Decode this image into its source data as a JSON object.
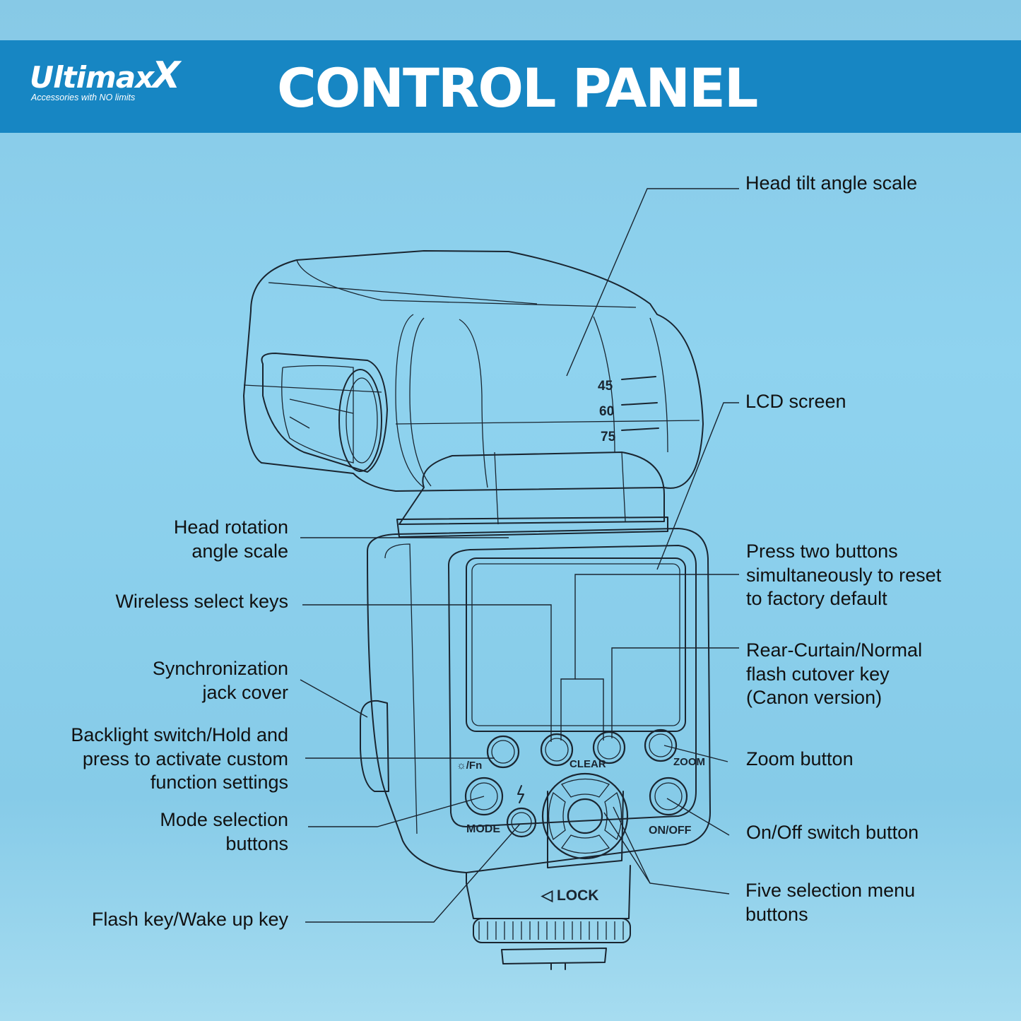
{
  "header": {
    "brand": "Ultimax",
    "brand_x": "X",
    "tagline": "Accessories with NO limits",
    "title": "CONTROL PANEL",
    "band_color": "#1786c3"
  },
  "device": {
    "scale_45": "45",
    "scale_60": "60",
    "scale_75": "75",
    "btn_fn": "☼/Fn",
    "btn_clear": "CLEAR",
    "btn_zoom": "ZOOM",
    "btn_mode": "MODE",
    "btn_onoff": "ON/OFF",
    "lock": "◁ LOCK"
  },
  "labels": {
    "head_tilt": [
      "Head tilt angle scale"
    ],
    "lcd": [
      "LCD screen"
    ],
    "head_rotation": [
      "Head rotation",
      "angle scale"
    ],
    "reset": [
      "Press two buttons",
      "simultaneously to reset",
      "to factory default"
    ],
    "wireless": [
      "Wireless select keys"
    ],
    "rear_curtain": [
      "Rear-Curtain/Normal",
      "flash cutover key",
      "(Canon version)"
    ],
    "sync_jack": [
      "Synchronization",
      "jack cover"
    ],
    "backlight": [
      "Backlight switch/Hold and",
      "press to activate custom",
      "function settings"
    ],
    "zoom": [
      "Zoom button"
    ],
    "mode": [
      "Mode selection",
      "buttons"
    ],
    "onoff": [
      "On/Off switch button"
    ],
    "five_menu": [
      "Five selection menu",
      "buttons"
    ],
    "flash_key": [
      "Flash key/Wake up key"
    ]
  }
}
